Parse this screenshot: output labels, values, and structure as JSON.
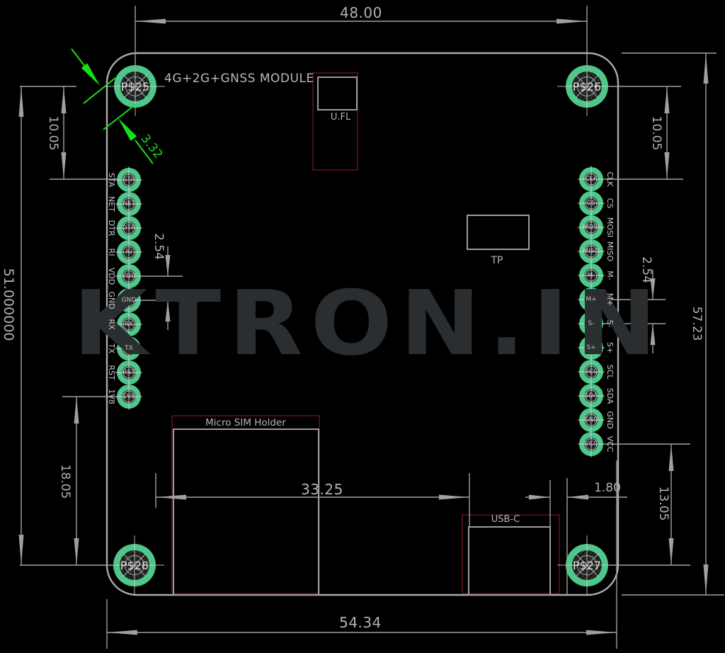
{
  "board": {
    "title": "4G+2G+GNSS MODULE",
    "watermark": "KTRON.IN"
  },
  "components": {
    "ufl_label": "U.FL",
    "tp_label": "TP",
    "sim_label": "Micro SIM Holder",
    "usbc_label": "USB-C"
  },
  "pads": {
    "corners": [
      "P$25",
      "P$26",
      "P$27",
      "P$28"
    ]
  },
  "pins": {
    "left": [
      "STA",
      "NET",
      "DTR",
      "RI",
      "VDD",
      "GND",
      "RX",
      "TX",
      "RST",
      "1V8"
    ],
    "right": [
      "CLK",
      "CS",
      "MOSI",
      "MISO",
      "M-",
      "M+",
      "S-",
      "S+",
      "SCL",
      "SDA",
      "GND",
      "VCC"
    ]
  },
  "dimensions": {
    "top_width": "48.00",
    "bottom_width": "54.34",
    "left_height": "51.000000",
    "left_top_offset": "10.05",
    "left_bottom_offset": "18.05",
    "pitch_left": "2.54",
    "pitch_right": "2.54",
    "right_top_offset": "10.05",
    "right_height": "57.23",
    "right_bottom_offset": "13.05",
    "sim_to_usb": "33.25",
    "usb_gap": "1.80",
    "corner_radius": "3.32"
  },
  "colors": {
    "background": "#000000",
    "pad_green": "#4fc78c",
    "courtyard_red": "#5e1317",
    "outline_gray": "#ababab",
    "dimension_gray": "#9fa19f",
    "annotation_green": "#17de17",
    "watermark_gray": "#2b2e30"
  }
}
